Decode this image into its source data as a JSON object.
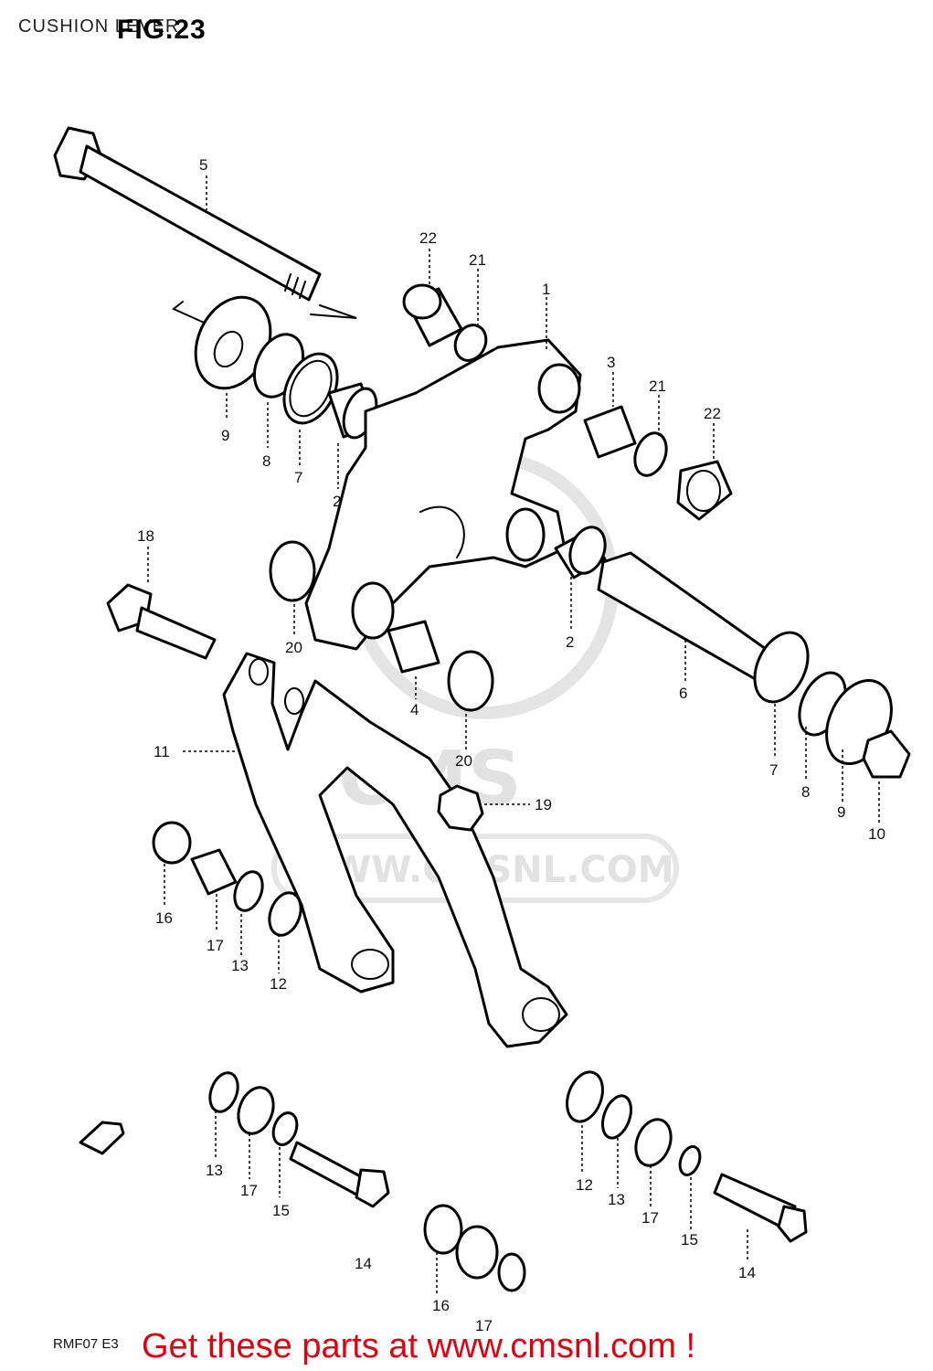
{
  "header": {
    "title": "CUSHION LEVER",
    "fig_label": "FIG.23"
  },
  "watermark": {
    "brand": "CMS",
    "url": "WWW.CMSNL.COM",
    "color": "#e2e2e2"
  },
  "parts": [
    {
      "id": "5",
      "label": "5"
    },
    {
      "id": "22a",
      "label": "22"
    },
    {
      "id": "21a",
      "label": "21"
    },
    {
      "id": "1",
      "label": "1"
    },
    {
      "id": "3",
      "label": "3"
    },
    {
      "id": "21b",
      "label": "21"
    },
    {
      "id": "22b",
      "label": "22"
    },
    {
      "id": "9a",
      "label": "9"
    },
    {
      "id": "8a",
      "label": "8"
    },
    {
      "id": "7a",
      "label": "7"
    },
    {
      "id": "2a",
      "label": "2"
    },
    {
      "id": "18",
      "label": "18"
    },
    {
      "id": "20a",
      "label": "20"
    },
    {
      "id": "2b",
      "label": "2"
    },
    {
      "id": "4",
      "label": "4"
    },
    {
      "id": "20b",
      "label": "20"
    },
    {
      "id": "6",
      "label": "6"
    },
    {
      "id": "11",
      "label": "11"
    },
    {
      "id": "19",
      "label": "19"
    },
    {
      "id": "7b",
      "label": "7"
    },
    {
      "id": "8b",
      "label": "8"
    },
    {
      "id": "9b",
      "label": "9"
    },
    {
      "id": "10",
      "label": "10"
    },
    {
      "id": "16a",
      "label": "16"
    },
    {
      "id": "17a",
      "label": "17"
    },
    {
      "id": "13a",
      "label": "13"
    },
    {
      "id": "12a",
      "label": "12"
    },
    {
      "id": "13b",
      "label": "13"
    },
    {
      "id": "17b",
      "label": "17"
    },
    {
      "id": "15a",
      "label": "15"
    },
    {
      "id": "14a",
      "label": "14"
    },
    {
      "id": "16b",
      "label": "16"
    },
    {
      "id": "17c",
      "label": "17"
    },
    {
      "id": "12b",
      "label": "12"
    },
    {
      "id": "13c",
      "label": "13"
    },
    {
      "id": "17d",
      "label": "17"
    },
    {
      "id": "15b",
      "label": "15"
    },
    {
      "id": "14b",
      "label": "14"
    }
  ],
  "footer": {
    "code": "RMF07 E3",
    "cta": "Get these parts at www.cmsnl.com !",
    "cta_color": "#e0000f"
  }
}
